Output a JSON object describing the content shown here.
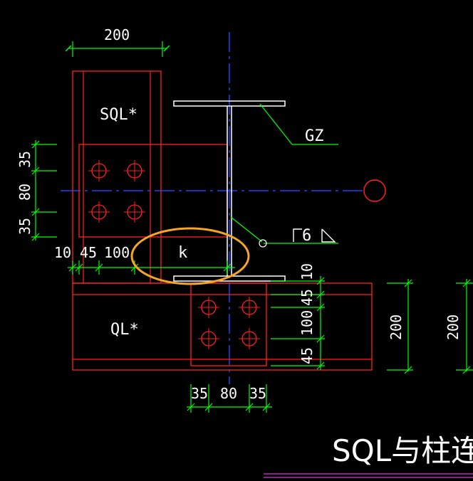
{
  "labels": {
    "sql": "SQL*",
    "ql": "QL*",
    "gz": "GZ",
    "k": "k",
    "weld": "6",
    "title": "SQL与柱连接"
  },
  "dims": {
    "top_width": "200",
    "left_35_top": "35",
    "left_80": "80",
    "left_35_bottom": "35",
    "bottom_10": "10",
    "bottom_45": "45",
    "bottom_100": "100",
    "right_10": "10",
    "right_45_top": "45",
    "right_100": "100",
    "right_45_bottom": "45",
    "right_200_a": "200",
    "right_200_b": "200",
    "under_35_left": "35",
    "under_80": "80",
    "under_35_right": "35"
  },
  "colors": {
    "background": "#000000",
    "member": "#ff2020",
    "dimension": "#00ff00",
    "axis": "#2040ff",
    "steel": "#ffffff",
    "leader": "#00ff00",
    "highlight": "#f5a623",
    "bolt": "#ff2020",
    "bottom_rule": "#c020c0"
  },
  "icons": [
    "weld-triangle-icon",
    "bolt-icon",
    "axis-bubble-icon"
  ]
}
